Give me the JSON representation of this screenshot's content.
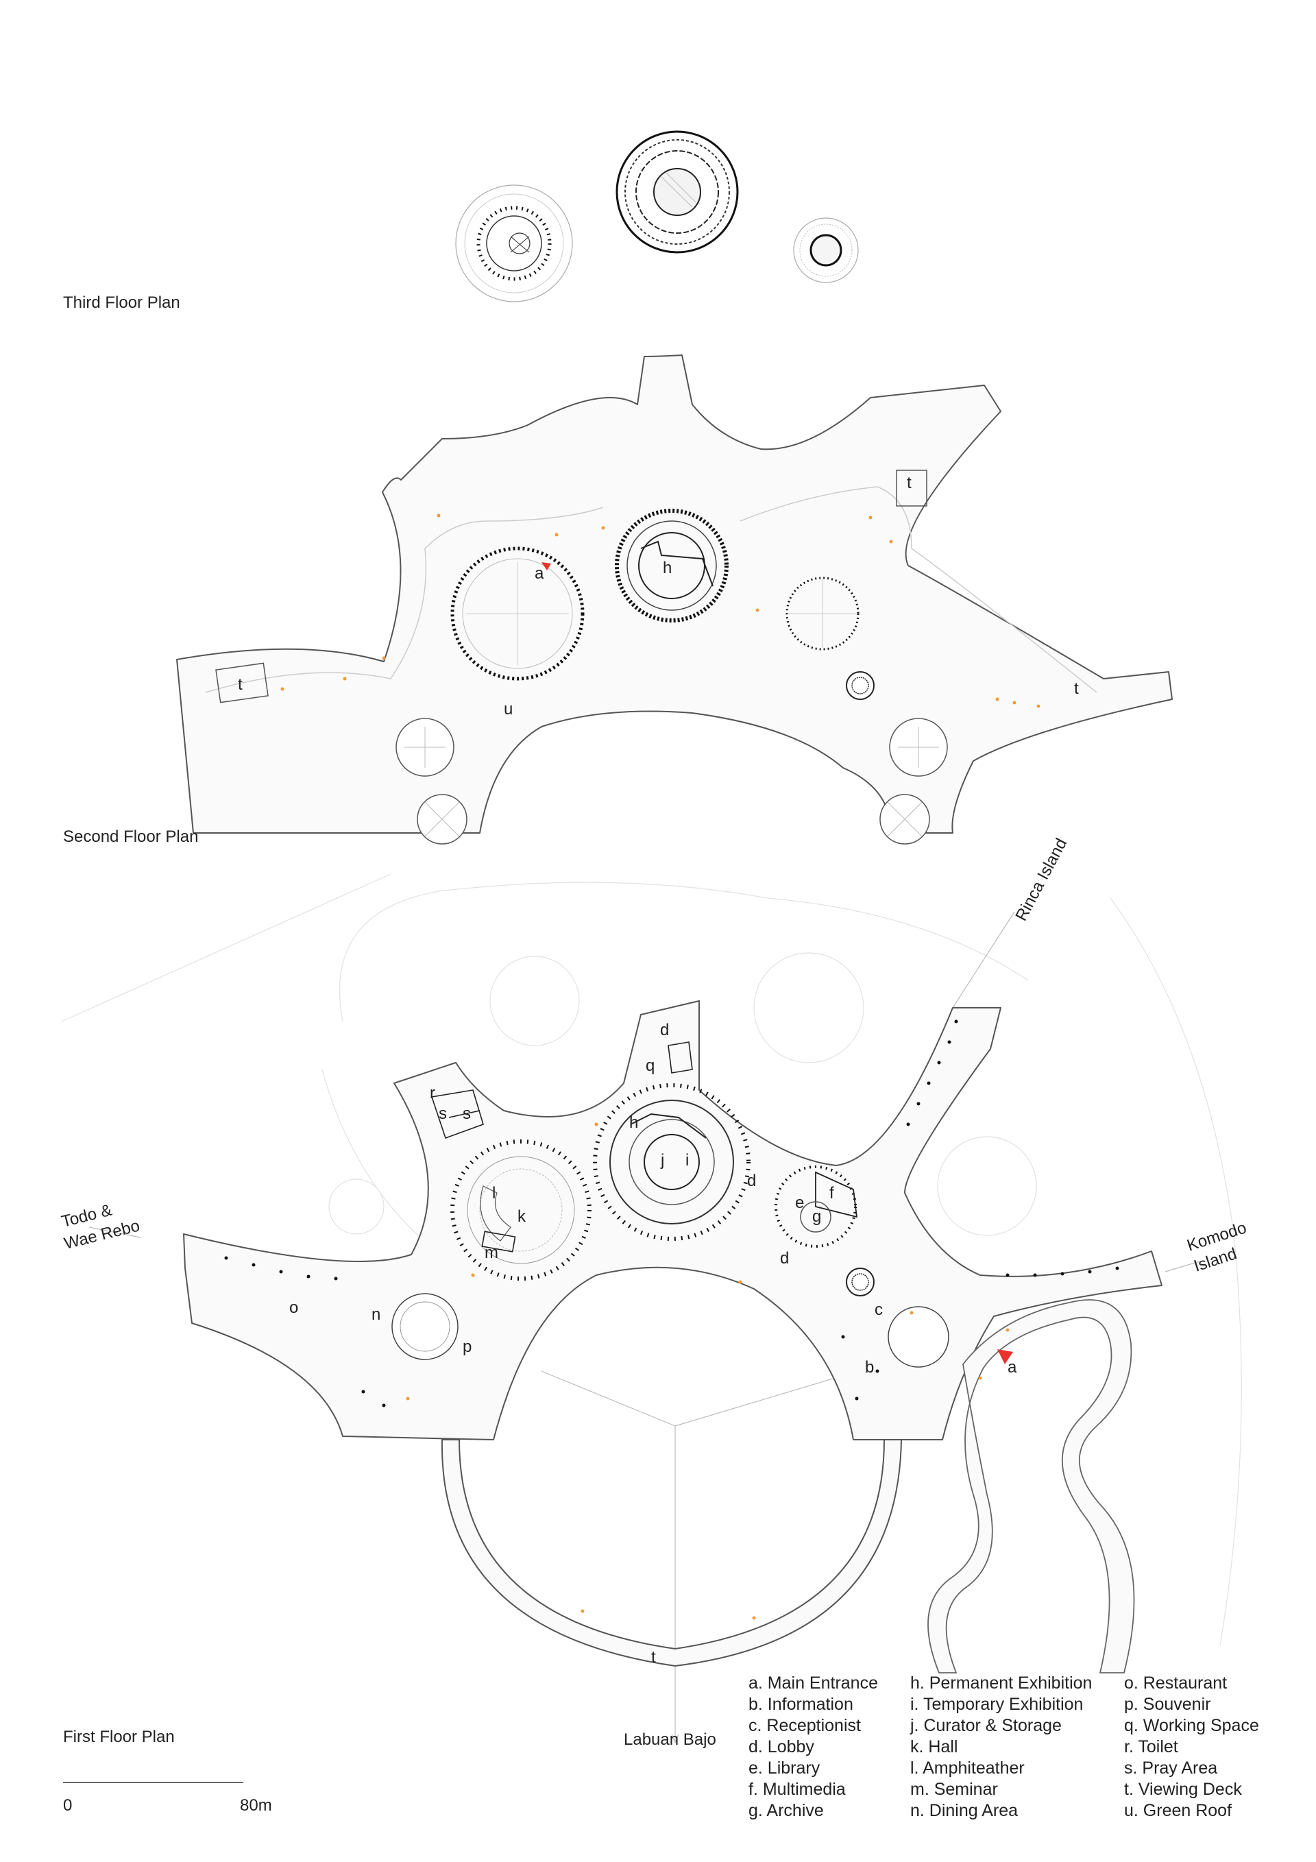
{
  "floors": {
    "third": {
      "title": "Third Floor Plan"
    },
    "second": {
      "title": "Second Floor Plan"
    },
    "first": {
      "title": "First Floor Plan"
    }
  },
  "second_floor_labels": {
    "a": "a",
    "h": "h",
    "t1": "t",
    "t2": "t",
    "t3": "t",
    "u": "u"
  },
  "first_floor_labels": {
    "d1": "d",
    "q": "q",
    "r": "r",
    "s1": "s",
    "s2": "s",
    "h": "h",
    "j": "j",
    "i": "i",
    "d2": "d",
    "l": "l",
    "k": "k",
    "m": "m",
    "e": "e",
    "f": "f",
    "g": "g",
    "d3": "d",
    "o": "o",
    "n": "n",
    "p": "p",
    "c": "c",
    "b": "b",
    "a": "a",
    "t": "t"
  },
  "directions": {
    "rinca": "Rinca Island",
    "todo_line1": "Todo &",
    "todo_line2": "Wae Rebo",
    "komodo_line1": "Komodo",
    "komodo_line2": "Island",
    "labuan": "Labuan Bajo"
  },
  "legend": {
    "col1": [
      "a. Main Entrance",
      "b. Information",
      "c. Receptionist",
      "d. Lobby",
      "e. Library",
      "f. Multimedia",
      "g. Archive"
    ],
    "col2": [
      "h. Permanent Exhibition",
      "i. Temporary Exhibition",
      "j. Curator & Storage",
      "k. Hall",
      "l. Amphiteather",
      "m. Seminar",
      "n. Dining Area"
    ],
    "col3": [
      "o. Restaurant",
      "p. Souvenir",
      "q. Working Space",
      "r. Toilet",
      "s. Pray Area",
      "t. Viewing Deck",
      "u. Green Roof"
    ]
  },
  "scale": {
    "start": "0",
    "end": "80m"
  },
  "colors": {
    "line": "#555555",
    "light": "#bbbbbb",
    "dot": "#111111",
    "accent": "#e8322a",
    "orange": "#f29a3a"
  }
}
